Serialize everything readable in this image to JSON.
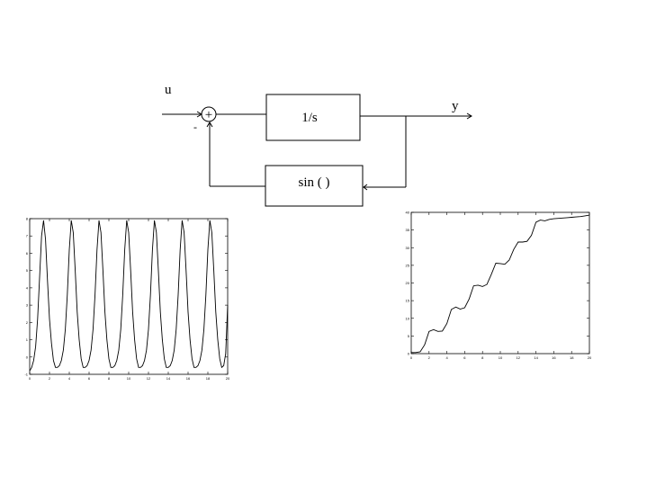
{
  "diagram": {
    "input_label": "u",
    "output_label": "y",
    "sum_symbol": "+",
    "minus_sign": "-",
    "integrator_label": "1/s",
    "feedback_label": "sin ( )"
  },
  "chart_data": [
    {
      "type": "line",
      "title": "",
      "xlabel": "",
      "ylabel": "",
      "xlim": [
        0,
        20
      ],
      "ylim": [
        -1,
        8
      ],
      "x_ticks": [
        0,
        2,
        4,
        6,
        8,
        10,
        12,
        14,
        16,
        18,
        20
      ],
      "y_ticks": [
        -1,
        0,
        1,
        2,
        3,
        4,
        5,
        6,
        7,
        8
      ],
      "grid": false,
      "series": [
        {
          "values_desc": "",
          "x": [
            0,
            0.2,
            0.4,
            0.6,
            0.8,
            1.0,
            1.2,
            1.4,
            1.6,
            1.8,
            2.0,
            2.2,
            2.4,
            2.6,
            2.8,
            3.0,
            3.2,
            3.4,
            3.6,
            3.8,
            4.0,
            4.2,
            4.4,
            4.6,
            4.8,
            5.0,
            5.2,
            5.4,
            5.6,
            5.8,
            6.0,
            6.2,
            6.4,
            6.6,
            6.8,
            7.0,
            7.2,
            7.4,
            7.6,
            7.8,
            8.0,
            8.2,
            8.4,
            8.6,
            8.8,
            9.0,
            9.2,
            9.4,
            9.6,
            9.8,
            10.0,
            10.2,
            10.4,
            10.6,
            10.8,
            11.0,
            11.2,
            11.4,
            11.6,
            11.8,
            12.0,
            12.2,
            12.4,
            12.6,
            12.8,
            13.0,
            13.2,
            13.4,
            13.6,
            13.8,
            14.0,
            14.2,
            14.4,
            14.6,
            14.8,
            15.0,
            15.2,
            15.4,
            15.6,
            15.8,
            16.0,
            16.2,
            16.4,
            16.6,
            16.8,
            17.0,
            17.2,
            17.4,
            17.6,
            17.8,
            18.0,
            18.2,
            18.4,
            18.6,
            18.8,
            19.0,
            19.2,
            19.4,
            19.6,
            19.8,
            20.0
          ],
          "y": [
            -0.8,
            -0.6,
            -0.2,
            0.6,
            2.2,
            4.6,
            7.0,
            7.9,
            6.8,
            4.4,
            2.2,
            0.8,
            -0.2,
            -0.6,
            -0.6,
            -0.5,
            -0.2,
            0.4,
            1.6,
            3.6,
            6.2,
            7.9,
            7.2,
            5.0,
            2.6,
            1.0,
            -0.1,
            -0.6,
            -0.6,
            -0.5,
            -0.2,
            0.4,
            1.6,
            3.6,
            6.2,
            7.9,
            7.2,
            5.0,
            2.6,
            1.0,
            -0.1,
            -0.6,
            -0.6,
            -0.5,
            -0.2,
            0.4,
            1.6,
            3.6,
            6.2,
            7.9,
            7.2,
            5.0,
            2.6,
            1.0,
            -0.1,
            -0.6,
            -0.6,
            -0.5,
            -0.2,
            0.4,
            1.6,
            3.6,
            6.2,
            7.9,
            7.2,
            5.0,
            2.6,
            1.0,
            -0.1,
            -0.6,
            -0.6,
            -0.5,
            -0.2,
            0.4,
            1.6,
            3.6,
            6.2,
            7.9,
            7.2,
            5.0,
            2.6,
            1.0,
            -0.1,
            -0.6,
            -0.6,
            -0.5,
            -0.2,
            0.4,
            1.6,
            3.6,
            6.2,
            7.9,
            7.2,
            5.0,
            2.6,
            1.0,
            -0.1,
            -0.6,
            -0.5,
            0.2,
            3.0
          ]
        }
      ]
    },
    {
      "type": "line",
      "title": "",
      "xlabel": "",
      "ylabel": "",
      "xlim": [
        0,
        20
      ],
      "ylim": [
        0,
        40
      ],
      "x_ticks": [
        0,
        2,
        4,
        6,
        8,
        10,
        12,
        14,
        16,
        18,
        20
      ],
      "y_ticks": [
        0,
        5,
        10,
        15,
        20,
        25,
        30,
        35,
        40
      ],
      "grid": false,
      "series": [
        {
          "x": [
            0,
            0.5,
            1.0,
            1.5,
            2.0,
            2.5,
            3.0,
            3.5,
            4.0,
            4.5,
            5.0,
            5.5,
            6.0,
            6.5,
            7.0,
            7.5,
            8.0,
            8.5,
            9.0,
            9.5,
            10.0,
            10.5,
            11.0,
            11.5,
            12.0,
            12.5,
            13.0,
            13.5,
            14.0,
            14.5,
            15.0,
            15.5,
            16.0,
            16.5,
            17.0,
            17.5,
            18.0,
            18.5,
            19.0,
            19.5,
            20.0
          ],
          "y": [
            0.3,
            0.3,
            0.5,
            2.5,
            6.3,
            6.8,
            6.3,
            6.4,
            8.5,
            12.5,
            13.2,
            12.6,
            13.0,
            15.5,
            19.2,
            19.4,
            19.0,
            19.6,
            22.5,
            25.6,
            25.5,
            25.3,
            26.5,
            29.5,
            31.6,
            31.6,
            31.8,
            33.5,
            37.2,
            37.8,
            37.6,
            38.0,
            38.2,
            38.3,
            38.4,
            38.5,
            38.6,
            38.7,
            38.8,
            39.0,
            39.2
          ]
        }
      ]
    }
  ]
}
